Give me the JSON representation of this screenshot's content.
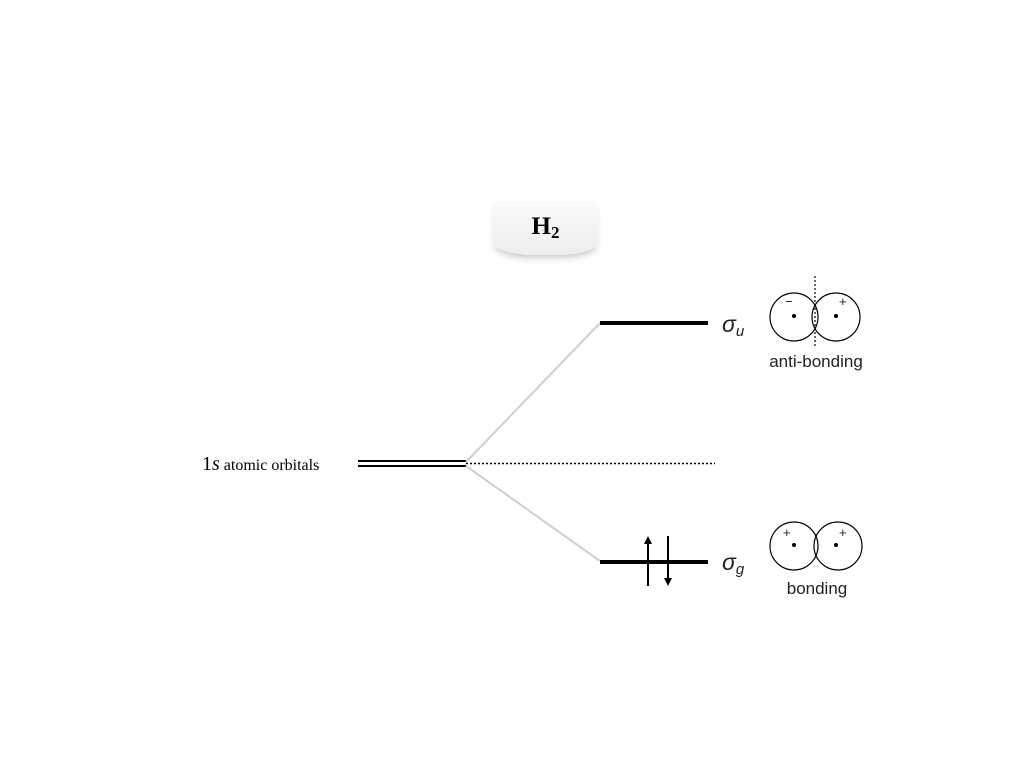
{
  "title": {
    "main": "H",
    "subscript": "2"
  },
  "atomic": {
    "prefix": "1",
    "orbital": "s",
    "suffix": " atomic orbitals"
  },
  "antibonding": {
    "symbol": "σ",
    "subscript": "u",
    "label": "anti-bonding",
    "left_sign": "−",
    "right_sign": "+"
  },
  "bonding": {
    "symbol": "σ",
    "subscript": "g",
    "label": "bonding",
    "left_sign": "+",
    "right_sign": "+",
    "electrons": [
      "up",
      "down"
    ]
  }
}
